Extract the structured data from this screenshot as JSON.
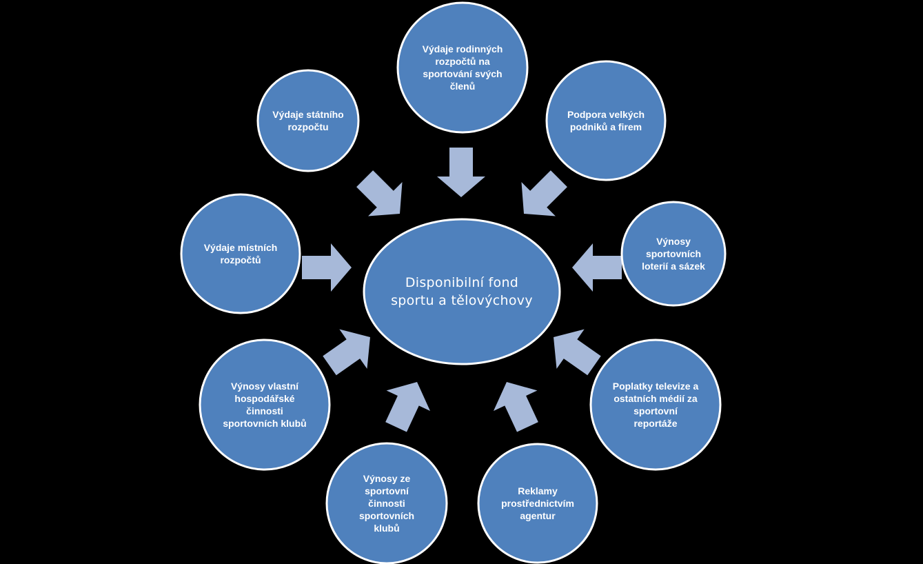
{
  "center": {
    "label": "Disponibilní fond sportu a tělovýchovy",
    "lines": [
      "Disponibilní fond",
      "sportu a",
      "tělovýchovy"
    ]
  },
  "nodes": [
    {
      "id": "family",
      "lines": [
        "Výdaje rodinných",
        "rozpočtů na",
        "sportování svých",
        "členů"
      ]
    },
    {
      "id": "state",
      "lines": [
        "Výdaje státního",
        "rozpočtu"
      ]
    },
    {
      "id": "companies",
      "lines": [
        "Podpora velkých",
        "podniků a firem"
      ]
    },
    {
      "id": "local",
      "lines": [
        "Výdaje místních",
        "rozpočtů"
      ]
    },
    {
      "id": "lottery",
      "lines": [
        "Výnosy",
        "sportovních",
        "loterií a sázek"
      ]
    },
    {
      "id": "own-activity",
      "lines": [
        "Výnosy vlastní",
        "hospodářské",
        "činnosti",
        "sportovních klubů"
      ]
    },
    {
      "id": "media",
      "lines": [
        "Poplatky televize a",
        "ostatních médií za",
        "sportovní",
        "reportáže"
      ]
    },
    {
      "id": "sport-activity",
      "lines": [
        "Výnosy ze",
        "sportovní",
        "činnosti",
        "sportovních",
        "klubů"
      ]
    },
    {
      "id": "ads",
      "lines": [
        "Reklamy",
        "prostřednictvím",
        "agentur"
      ]
    }
  ],
  "colors": {
    "background": "#000000",
    "node_fill": "#4F81BD",
    "node_stroke": "#FFFFFF",
    "arrow_fill": "#A7B9D9",
    "text": "#FFFFFF"
  }
}
